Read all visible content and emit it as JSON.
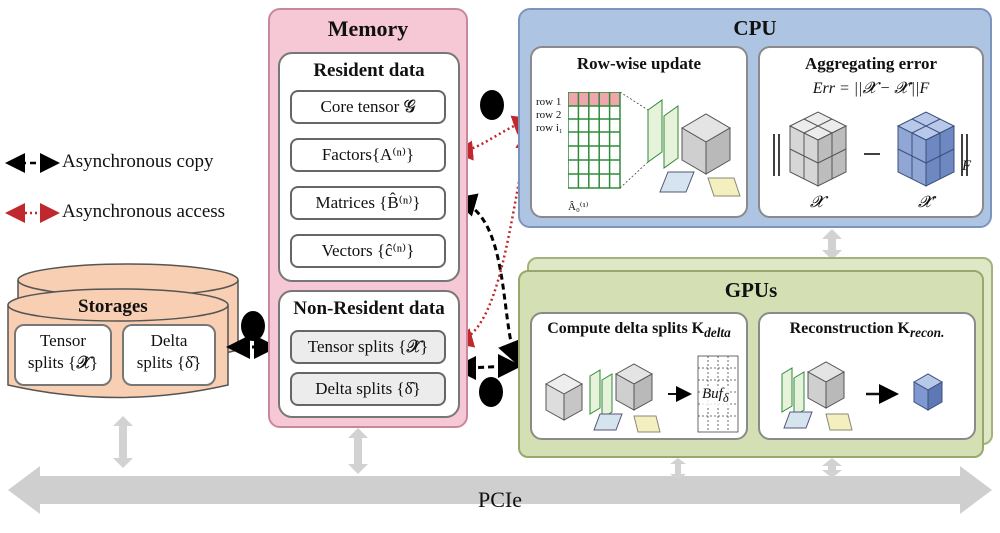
{
  "legend": {
    "copy_label": "Asynchronous copy",
    "access_label": "Asynchronous access"
  },
  "memory": {
    "title": "Memory",
    "resident": {
      "title": "Resident data",
      "items": [
        "Core tensor 𝓖",
        "Factors{A⁽ⁿ⁾}",
        "Matrices {B̂⁽ⁿ⁾}",
        "Vectors {ĉ⁽ⁿ⁾}"
      ]
    },
    "non_resident": {
      "title": "Non-Resident data",
      "items": [
        "Tensor splits {𝓧̂}",
        "Delta splits {δ̂}"
      ]
    }
  },
  "storages": {
    "title": "Storages",
    "tensor_line1": "Tensor",
    "tensor_line2": "splits {𝓧̂}",
    "delta_line1": "Delta",
    "delta_line2": "splits {δ̂}"
  },
  "cpu": {
    "title": "CPU",
    "row_update": {
      "title": "Row-wise update",
      "row_labels": [
        "row 1",
        "row 2",
        "row i₁"
      ],
      "bottom_label": "Â₀⁽¹⁾"
    },
    "aggregating": {
      "title": "Aggregating error",
      "formula": "Err = ||𝓧 − 𝓧′||F",
      "left_label": "𝓧",
      "right_label": "𝓧′"
    }
  },
  "gpus": {
    "title": "GPUs",
    "compute": {
      "title": "Compute delta splits K",
      "subscript": "delta",
      "buffer_label": "Buf",
      "buffer_sub": "δ"
    },
    "reconstruction": {
      "title": "Reconstruction K",
      "subscript": "recon."
    }
  },
  "bus": {
    "label": "PCIe"
  },
  "colors": {
    "memory_fill": "#f6c8d6",
    "cpu_fill": "#aec4e3",
    "gpu_fill": "#d4e0b3",
    "storage_fill": "#f8cfb2",
    "copy_arrow": "#000000",
    "access_arrow": "#c0282d",
    "bus_arrow": "#cfcfcf"
  }
}
